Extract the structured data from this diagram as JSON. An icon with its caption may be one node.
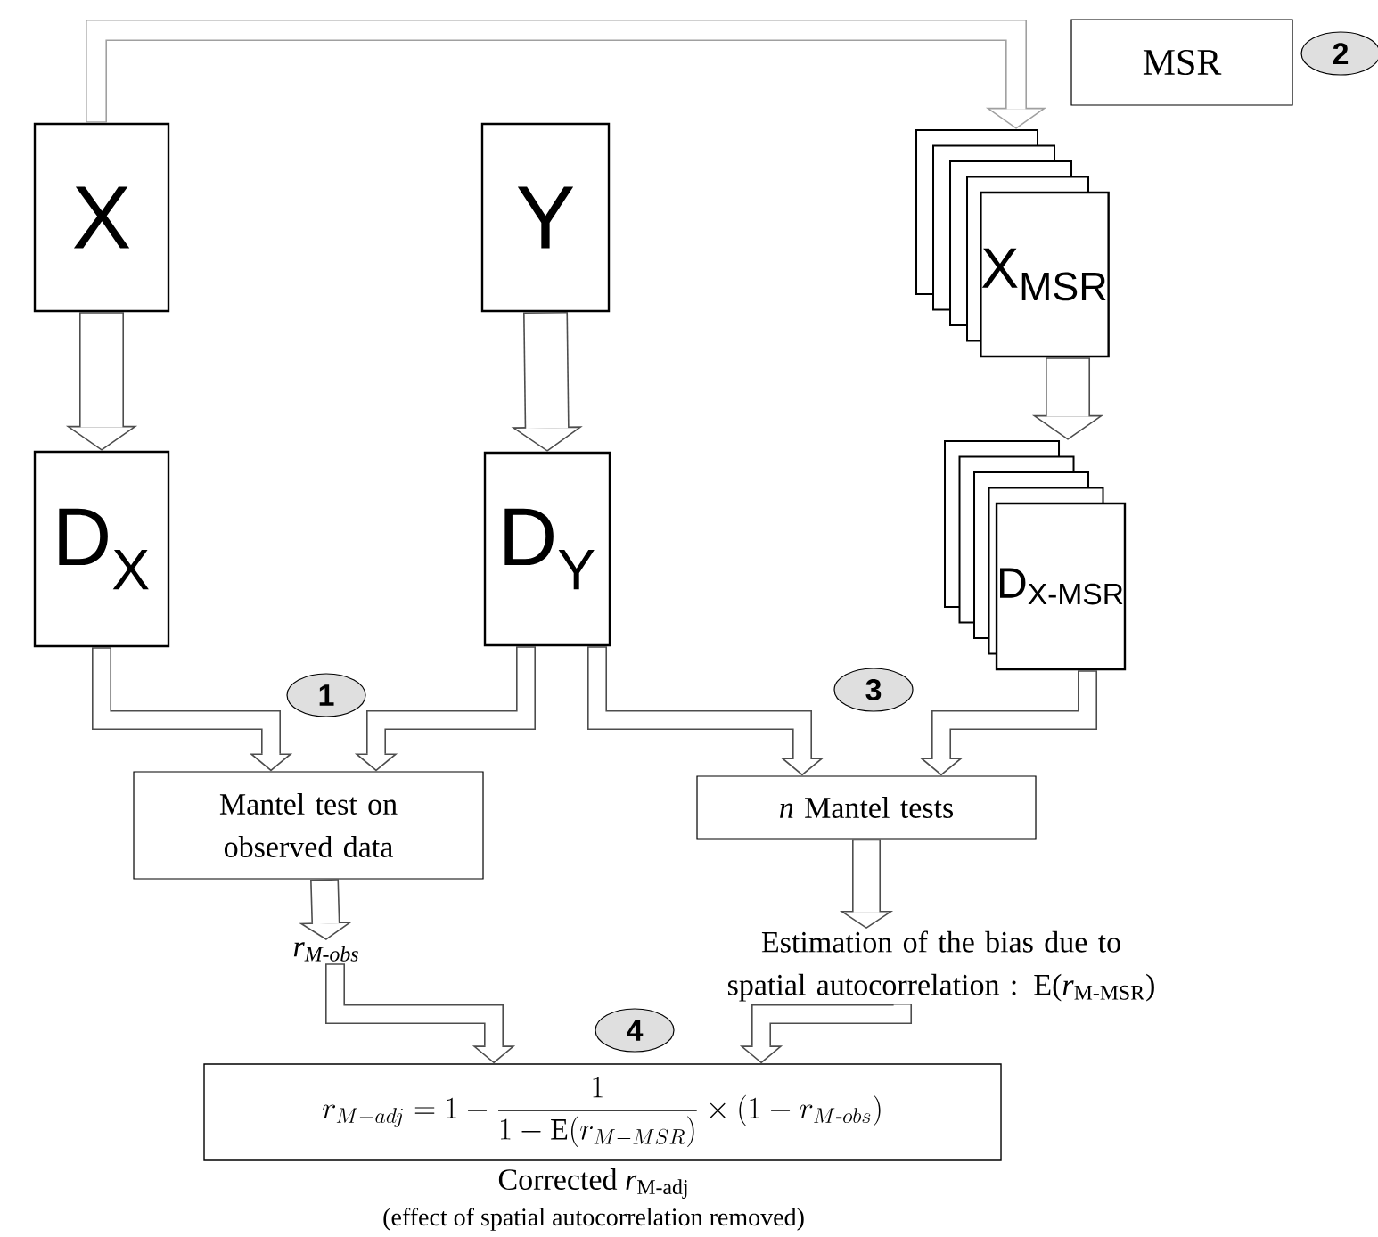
{
  "diagram": {
    "nodes": [
      {
        "text": [
          "MSR"
        ]
      },
      {
        "text": [
          "X"
        ]
      },
      {
        "text": [
          "Y"
        ]
      },
      {
        "text": [
          "X$_{MSR}$"
        ]
      },
      {
        "text": [
          "D$_{X}$"
        ]
      },
      {
        "text": [
          "D$_{Y}$"
        ]
      },
      {
        "text": [
          "D$_{X-MSR}$"
        ]
      },
      {
        "text": [
          "Mantel test on observed data"
        ]
      },
      {
        "text": [
          "*n* Mantel tests"
        ]
      },
      {
        "text": [
          "r$_{M-obs}$"
        ]
      },
      {
        "text": [
          "Estimation of the bias due to spatial autocorrelation : E(*r*$_{M-MSR}$)"
        ]
      },
      {
        "text": [
          "r_{M-adj} = 1 - \\frac{1}{1-\\mathrm{E}(r_{M-MSR})} \\times (1-r_{M\\text{-}obs})"
        ],
        "beside": [
          "Corrected *r*$_{M-adj}$",
          "(effect of spatial autocorrelation removed)"
        ]
      }
    ],
    "edges": [
      {
        "from": 1,
        "to": 3,
        "arrow": "to",
        "color": "#a0a0a0"
      },
      {
        "from": 1,
        "to": 4,
        "arrow": "to",
        "style": "thick"
      },
      {
        "from": 2,
        "to": 5,
        "arrow": "to",
        "style": "thick"
      },
      {
        "from": 3,
        "to": 6,
        "arrow": "to",
        "style": "thick"
      },
      {
        "from": 4,
        "to": 7,
        "arrow": "to"
      },
      {
        "from": 5,
        "to": 7,
        "arrow": "to"
      },
      {
        "from": 5,
        "to": 8,
        "arrow": "to"
      },
      {
        "from": 6,
        "to": 8,
        "arrow": "to"
      },
      {
        "from": 7,
        "to": 9,
        "arrow": "to"
      },
      {
        "from": 8,
        "to": 10,
        "arrow": "to"
      },
      {
        "from": 9,
        "to": 11,
        "arrow": "to"
      },
      {
        "from": 10,
        "to": 11,
        "arrow": "to"
      }
    ],
    "labels": [
      "2",
      "1",
      "3",
      "4"
    ]
  }
}
